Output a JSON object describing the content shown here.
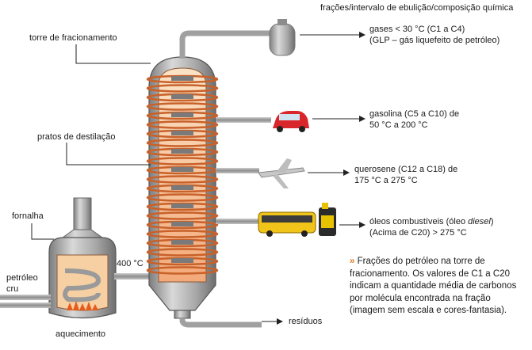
{
  "header": {
    "title": "frações/intervalo de ebulição/composição química"
  },
  "labels": {
    "tower": "torre de fracionamento",
    "trays": "pratos de destilação",
    "furnace": "fornalha",
    "crude_line1": "petróleo",
    "crude_line2": "cru",
    "heating": "aquecimento",
    "temperature": "400 °C",
    "residues": "resíduos"
  },
  "fractions": [
    {
      "line1": "gases < 30 °C (C1 a C4)",
      "line2": "(GLP – gás liquefeito de petróleo)",
      "icon": "gas-cylinder-icon"
    },
    {
      "line1": "gasolina (C5 a C10) de",
      "line2": "50 °C a 200 °C",
      "icon": "car-icon"
    },
    {
      "line1": "querosene (C12 a C18) de",
      "line2": "175 °C a 275 °C",
      "icon": "airplane-icon"
    },
    {
      "line1_a": "óleos combustíveis (óleo ",
      "line1_b": "diesel",
      "line1_c": ")",
      "line2": "(Acima de C20) > 275 °C",
      "icon": "bus-icon",
      "icon2": "oil-can-icon"
    }
  ],
  "caption": {
    "bullet": "»",
    "text": "Frações do petróleo na torre de fracionamento. Os valores de C1 a C20 indicam a quantidade média de carbonos por molécula encontrada na fração (imagem sem escala e cores-fantasia)."
  },
  "colors": {
    "arrow": "#222222",
    "pipe": "#9a9a9a",
    "coil": "#c8612a",
    "fill": "#f6c79a",
    "metal": "#b5b5b5"
  }
}
